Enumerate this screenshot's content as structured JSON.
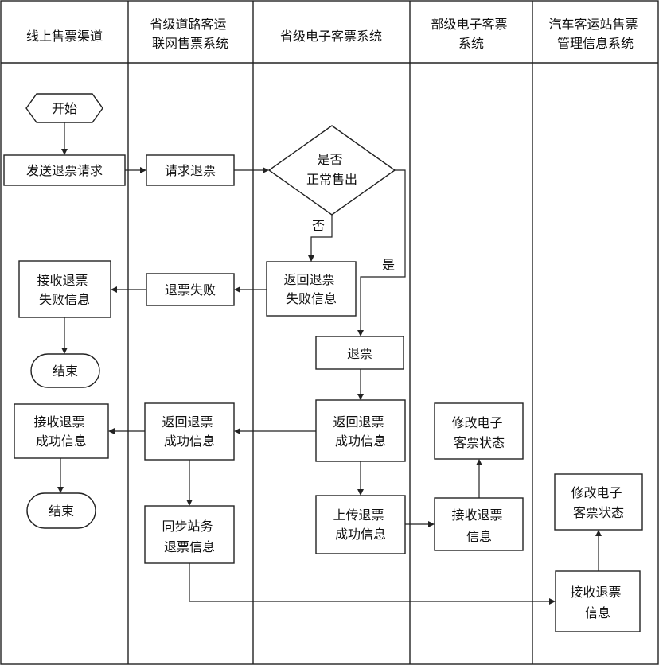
{
  "lanes": [
    {
      "id": "online",
      "lines": [
        "线上售票渠道"
      ]
    },
    {
      "id": "province_net",
      "lines": [
        "省级道路客运",
        "联网售票系统"
      ]
    },
    {
      "id": "province_e",
      "lines": [
        "省级电子客票系统"
      ]
    },
    {
      "id": "ministry_e",
      "lines": [
        "部级电子客票",
        "系统"
      ]
    },
    {
      "id": "station",
      "lines": [
        "汽车客运站售票",
        "管理信息系统"
      ]
    }
  ],
  "nodes": {
    "start": {
      "lines": [
        "开始"
      ]
    },
    "send_refund_request": {
      "lines": [
        "发送退票请求"
      ]
    },
    "request_refund": {
      "lines": [
        "请求退票"
      ]
    },
    "sold_normally": {
      "lines": [
        "是否",
        "正常售出"
      ]
    },
    "return_fail_info": {
      "lines": [
        "返回退票",
        "失败信息"
      ]
    },
    "refund_fail": {
      "lines": [
        "退票失败"
      ]
    },
    "receive_fail_info": {
      "lines": [
        "接收退票",
        "失败信息"
      ]
    },
    "end_fail": {
      "lines": [
        "结束"
      ]
    },
    "refund": {
      "lines": [
        "退票"
      ]
    },
    "return_success_prov": {
      "lines": [
        "返回退票",
        "成功信息"
      ]
    },
    "return_success_net": {
      "lines": [
        "返回退票",
        "成功信息"
      ]
    },
    "receive_success_info": {
      "lines": [
        "接收退票",
        "成功信息"
      ]
    },
    "end_success": {
      "lines": [
        "结束"
      ]
    },
    "upload_success_info": {
      "lines": [
        "上传退票",
        "成功信息"
      ]
    },
    "ministry_receive": {
      "lines": [
        "接收退票",
        "信息"
      ]
    },
    "ministry_modify": {
      "lines": [
        "修改电子",
        "客票状态"
      ]
    },
    "sync_station_info": {
      "lines": [
        "同步站务",
        "退票信息"
      ]
    },
    "station_receive": {
      "lines": [
        "接收退票",
        "信息"
      ]
    },
    "station_modify": {
      "lines": [
        "修改电子",
        "客票状态"
      ]
    }
  },
  "edge_labels": {
    "no": "否",
    "yes": "是"
  }
}
